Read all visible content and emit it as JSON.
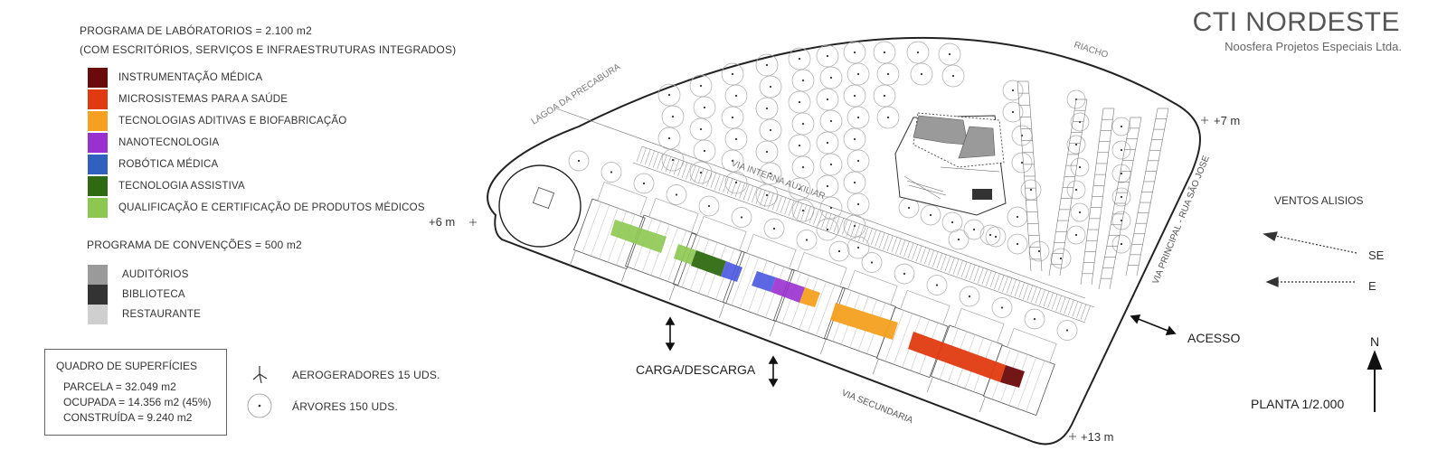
{
  "header": {
    "title": "CTI NORDESTE",
    "subtitle": "Noosfera Projetos Especiais Ltda."
  },
  "labs": {
    "title_line1": "PROGRAMA DE LABÓRATORIOS = 2.100 m2",
    "title_line2": "(COM ESCRITÓRIOS, SERVIÇOS E INFRAESTRUTURAS INTEGRADOS)",
    "items": [
      {
        "label": "INSTRUMENTAÇÃO MÉDICA",
        "color": "#6b0a0a"
      },
      {
        "label": "MICROSISTEMAS PARA A SAÚDE",
        "color": "#e03a10"
      },
      {
        "label": "TECNOLOGIAS ADITIVAS E BIOFABRICAÇÃO",
        "color": "#f5a020"
      },
      {
        "label": "NANOTECNOLOGIA",
        "color": "#9a30d0"
      },
      {
        "label": "ROBÓTICA MÉDICA",
        "color": "#3060c0"
      },
      {
        "label": "TECNOLOGIA ASSISTIVA",
        "color": "#2f6a12"
      },
      {
        "label": "QUALIFICAÇÃO E CERTIFICAÇÃO DE PRODUTOS MÉDICOS",
        "color": "#8cc850"
      }
    ]
  },
  "conventions": {
    "title": "PROGRAMA DE CONVENÇÕES = 500 m2",
    "items": [
      {
        "label": "AUDITÓRIOS",
        "color": "#9a9a9a"
      },
      {
        "label": "BIBLIOTECA",
        "color": "#333333"
      },
      {
        "label": "RESTAURANTE",
        "color": "#cfcfcf"
      }
    ]
  },
  "surfaces": {
    "title": "QUADRO DE SUPERFÍCIES",
    "parcela": "PARCELA = 32.049 m2",
    "ocupada": "OCUPADA = 14.356 m2 (45%)",
    "construida": "CONSTRUÍDA = 9.240 m2"
  },
  "symbols": {
    "turbines": "AEROGERADORES 15 UDS.",
    "trees": "ÁRVORES 150 UDS."
  },
  "plan": {
    "lagoa": "LAGOA DA PRECABURA",
    "riacho": "RIACHO",
    "via_interna": "VIA INTERNA AUXILIAR",
    "via_principal": "VIA PRINCIPAL - RUA SÃO JOSE",
    "via_secundaria": "VIA SECUNDARIA",
    "elev_6": "+6 m",
    "elev_7": "+7 m",
    "elev_13": "+13 m",
    "carga": "CARGA/DESCARGA",
    "acesso": "ACESSO"
  },
  "winds": {
    "title": "VENTOS ALISIOS",
    "se": "SE",
    "e": "E"
  },
  "north": "N",
  "scale": "PLANTA 1/2.000"
}
